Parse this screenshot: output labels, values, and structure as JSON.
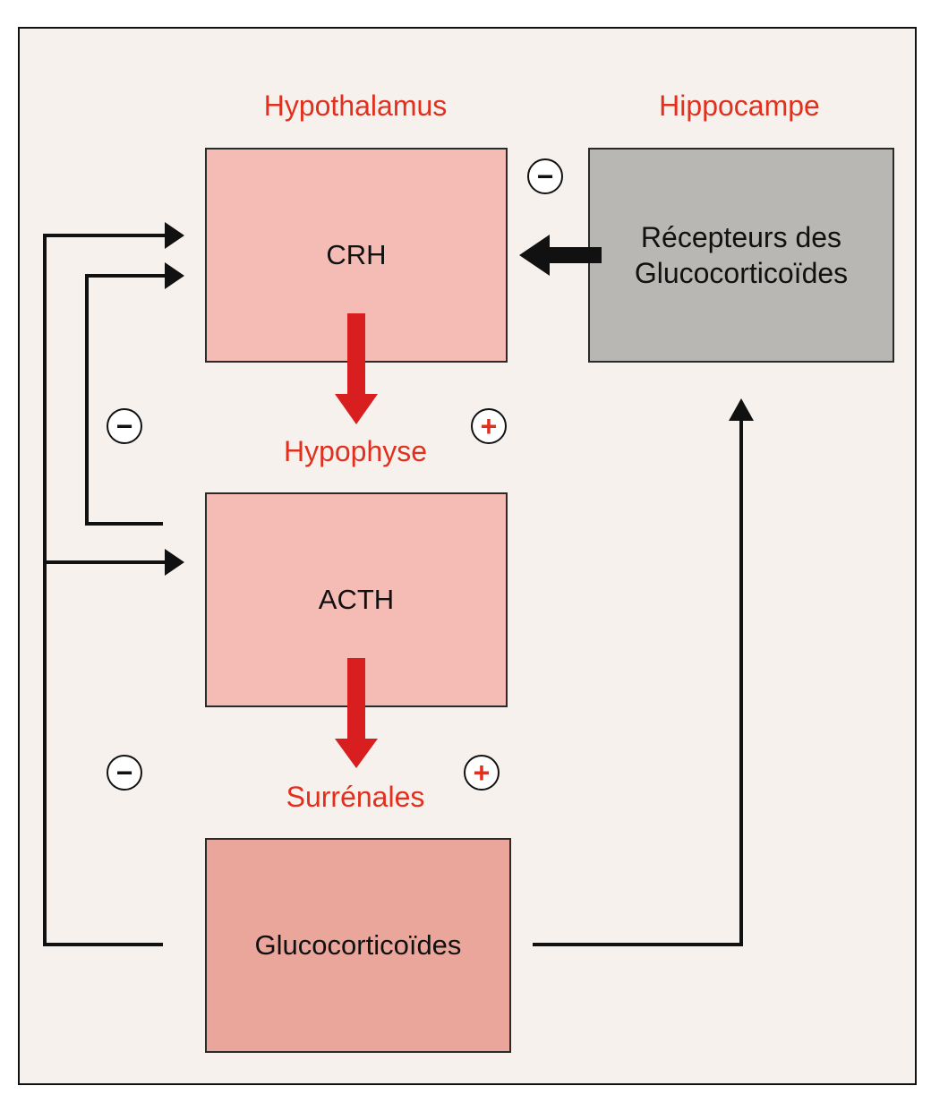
{
  "labels": {
    "hypothalamus": "Hypothalamus",
    "hippocampe": "Hippocampe",
    "hypophyse": "Hypophyse",
    "surrenales": "Surrénales"
  },
  "boxes": {
    "crh": "CRH",
    "acth": "ACTH",
    "glucocorticoides": "Glucocorticoïdes",
    "recepteurs_line1": "Récepteurs des",
    "recepteurs_line2": "Glucocorticoïdes"
  },
  "signs": {
    "minus": "−",
    "plus": "+"
  },
  "colors": {
    "label_red": "#e1301e",
    "stimulation_arrow": "#d81e1e",
    "feedback_line": "#111111",
    "box_pink": "#f4bcb4",
    "box_pink_dark": "#eba69c",
    "box_grey": "#b9b7b4"
  }
}
